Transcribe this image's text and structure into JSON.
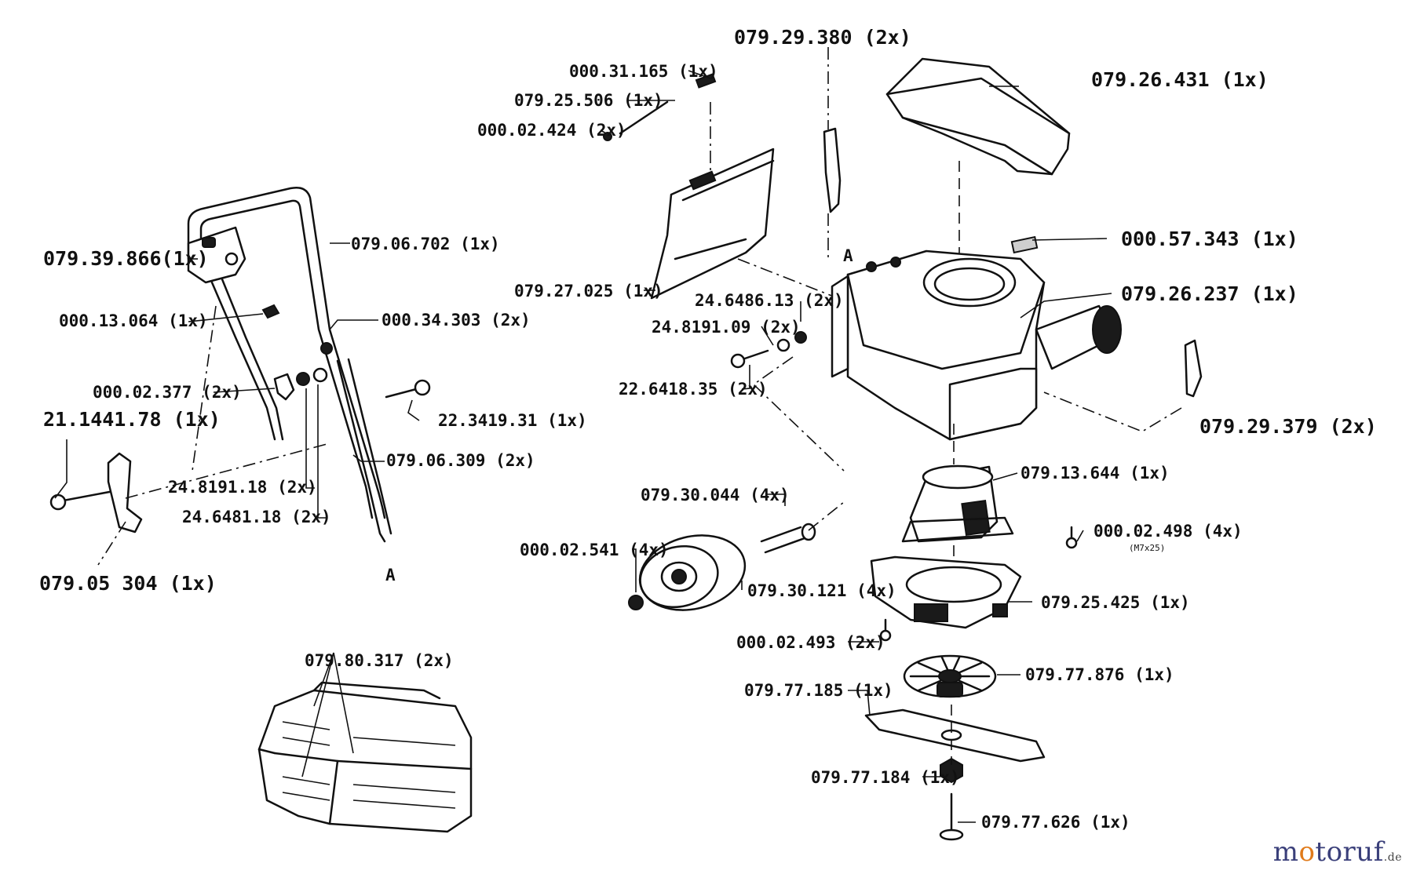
{
  "parts": {
    "p01": "079.29.380 (2x)",
    "p02": "000.31.165 (1x)",
    "p03": "079.25.506 (1x)",
    "p04": "000.02.424 (2x)",
    "p05": "079.26.431 (1x)",
    "p06": "079.39.866(1x)",
    "p07": "079.06.702 (1x)",
    "p08": "000.13.064 (1x)",
    "p09": "000.34.303 (2x)",
    "p10": "000.02.377 (2x)",
    "p11": "21.1441.78 (1x)",
    "p12": "22.3419.31 (1x)",
    "p13": "079.06.309 (2x)",
    "p14": "24.8191.18 (2x)",
    "p15": "24.6481.18 (2x)",
    "p16": "079.05 304 (1x)",
    "p17": "079.27.025 (1x)",
    "p18": "24.6486.13 (2x)",
    "p19": "24.8191.09 (2x)",
    "p20": "22.6418.35 (2x)",
    "p21": "000.57.343 (1x)",
    "p22": "079.26.237 (1x)",
    "p23": "079.29.379 (2x)",
    "p24": "079.13.644 (1x)",
    "p25": "079.30.044 (4x)",
    "p26": "000.02.498 (4x)",
    "p26_note": "(M7x25)",
    "p27": "000.02.541 (4x)",
    "p28": "079.30.121 (4x)",
    "p29": "079.25.425 (1x)",
    "p30": "000.02.493 (2x)",
    "p31": "079.77.876 (1x)",
    "p32": "079.80.317 (2x)",
    "p33": "079.77.185 (1x)",
    "p34": "079.77.184 (1x)",
    "p35": "079.77.626 (1x)"
  },
  "markers": {
    "a1": "A",
    "a2": "A"
  },
  "logo": {
    "m": "m",
    "o": "o",
    "rest": "toruf",
    "tld": ".de",
    "color": "#3a3f7a",
    "accent": "#e07a1a"
  }
}
